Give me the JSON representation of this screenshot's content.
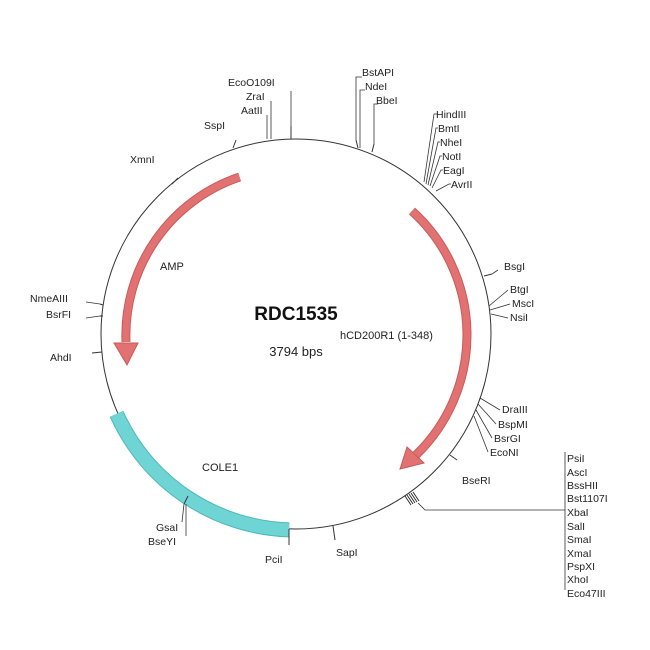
{
  "plasmid": {
    "name": "RDC1535",
    "size_label": "3794 bps"
  },
  "colors": {
    "backbone": "#333333",
    "arrow": "#e27272",
    "arrow_edge": "#c85a5a",
    "ori": "#6fd4d4",
    "ori_edge": "#4fb8b8"
  },
  "features": {
    "amp": "AMP",
    "insert": "hCD200R1 (1-348)",
    "ori": "COLE1"
  },
  "sites": {
    "ecoo109i": "EcoO109I",
    "zrai": "ZraI",
    "aatii": "AatII",
    "bstapi": "BstAPI",
    "ndei": "NdeI",
    "bbei": "BbeI",
    "sspi": "SspI",
    "xmni": "XmnI",
    "hindiii": "HindIII",
    "bmti": "BmtI",
    "nhei": "NheI",
    "noti": "NotI",
    "eagi": "EagI",
    "avrii": "AvrII",
    "bsgi": "BsgI",
    "btgi": "BtgI",
    "msci": "MscI",
    "nsii": "NsiI",
    "nmeaiii": "NmeAIII",
    "bsrfi": "BsrFI",
    "ahdi": "AhdI",
    "draiii": "DraIII",
    "bspmi": "BspMI",
    "bsrgi": "BsrGI",
    "econi": "EcoNI",
    "bseri": "BseRI",
    "psii": "PsiI",
    "asci": "AscI",
    "bsshii": "BssHII",
    "bst1107i": "Bst1107I",
    "xbai": "XbaI",
    "sali": "SalI",
    "smai": "SmaI",
    "xmai": "XmaI",
    "pspxi": "PspXI",
    "xhoi": "XhoI",
    "eco47iii": "Eco47III",
    "gsai": "GsaI",
    "bseyi": "BseYI",
    "pcii": "PciI",
    "sapi": "SapI"
  }
}
